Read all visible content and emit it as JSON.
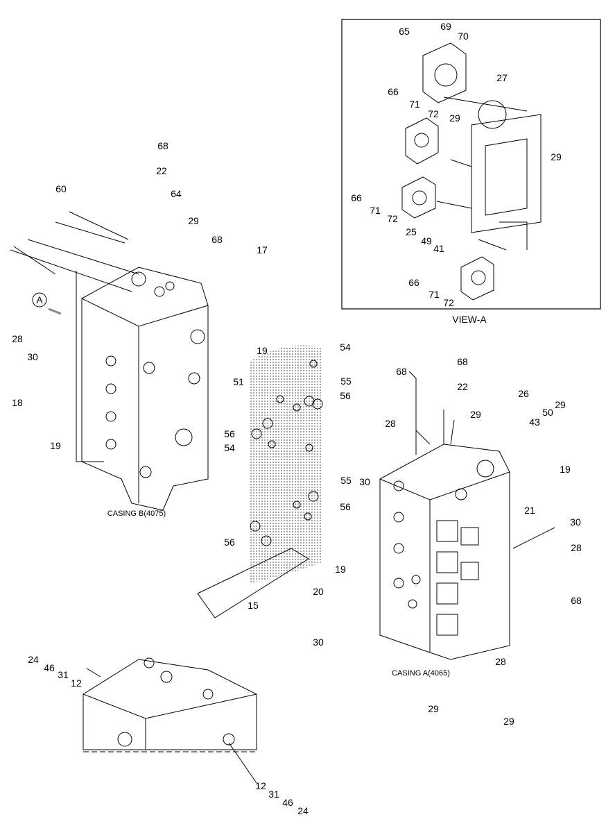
{
  "view_a": {
    "caption": "VIEW-A",
    "callouts": [
      "65",
      "69",
      "70",
      "27",
      "66",
      "71",
      "72",
      "29",
      "29",
      "66",
      "71",
      "72",
      "25",
      "49",
      "41",
      "66",
      "71",
      "72"
    ]
  },
  "casing_b": {
    "caption": "CASING B(4075)",
    "view_marker": "A",
    "callouts": [
      "68",
      "22",
      "64",
      "60",
      "29",
      "68",
      "17",
      "28",
      "30",
      "19",
      "51",
      "18",
      "19"
    ]
  },
  "gasket": {
    "callouts": [
      "54",
      "55",
      "56",
      "56",
      "54",
      "55",
      "56",
      "56",
      "15"
    ]
  },
  "casing_a": {
    "caption": "CASING A(4065)",
    "callouts": [
      "68",
      "68",
      "22",
      "26",
      "29",
      "50",
      "43",
      "28",
      "29",
      "19",
      "30",
      "21",
      "30",
      "28",
      "19",
      "20",
      "68",
      "30",
      "28",
      "29",
      "29"
    ]
  },
  "lower_casing": {
    "callouts": [
      "24",
      "46",
      "31",
      "12",
      "12",
      "31",
      "46",
      "24"
    ]
  }
}
